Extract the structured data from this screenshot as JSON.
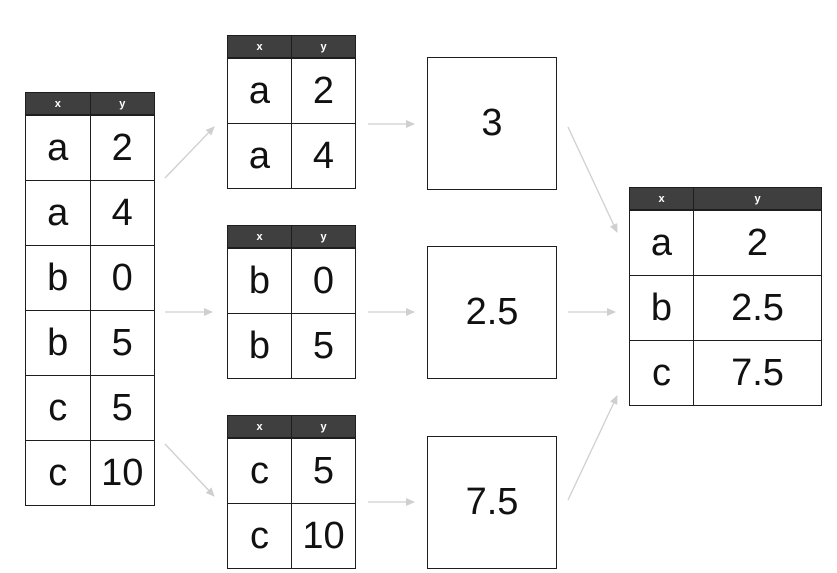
{
  "colors": {
    "header_bg": "#3f3f3f",
    "border": "#1e1e1e",
    "arrow": "#cfcfcf"
  },
  "input_table": {
    "headers": [
      "x",
      "y"
    ],
    "rows": [
      [
        "a",
        "2"
      ],
      [
        "a",
        "4"
      ],
      [
        "b",
        "0"
      ],
      [
        "b",
        "5"
      ],
      [
        "c",
        "5"
      ],
      [
        "c",
        "10"
      ]
    ]
  },
  "groups": [
    {
      "headers": [
        "x",
        "y"
      ],
      "rows": [
        [
          "a",
          "2"
        ],
        [
          "a",
          "4"
        ]
      ],
      "result": "3"
    },
    {
      "headers": [
        "x",
        "y"
      ],
      "rows": [
        [
          "b",
          "0"
        ],
        [
          "b",
          "5"
        ]
      ],
      "result": "2.5"
    },
    {
      "headers": [
        "x",
        "y"
      ],
      "rows": [
        [
          "c",
          "5"
        ],
        [
          "c",
          "10"
        ]
      ],
      "result": "7.5"
    }
  ],
  "output_table": {
    "headers": [
      "x",
      "y"
    ],
    "rows": [
      [
        "a",
        "2"
      ],
      [
        "b",
        "2.5"
      ],
      [
        "c",
        "7.5"
      ]
    ]
  }
}
